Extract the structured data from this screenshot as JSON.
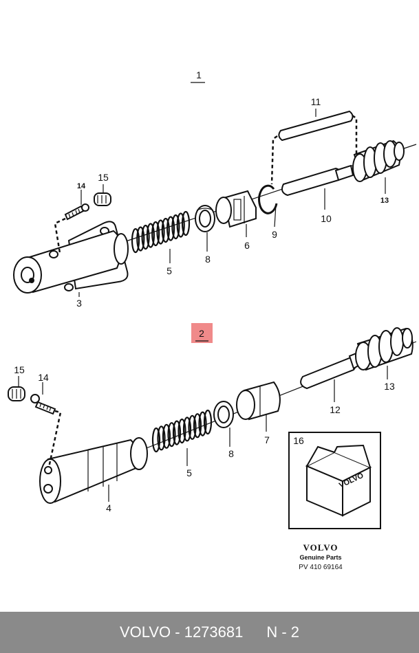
{
  "diagram": {
    "group_1": {
      "title": "1",
      "labels": {
        "p3": "3",
        "p5": "5",
        "p6": "6",
        "p8": "8",
        "p9": "9",
        "p10": "10",
        "p11": "11",
        "p13": "13",
        "p14": "14",
        "p15": "15"
      }
    },
    "group_2": {
      "title": "2",
      "highlight_color": "#f08a8a",
      "labels": {
        "p4": "4",
        "p5": "5",
        "p7": "7",
        "p8": "8",
        "p12": "12",
        "p13": "13",
        "p14": "14",
        "p15": "15",
        "p16": "16"
      }
    },
    "box_label": "VOLVO",
    "brand": {
      "name": "VOLVO",
      "subtitle": "Genuine Parts",
      "code": "PV 410 69164"
    }
  },
  "footer": {
    "brand": "VOLVO",
    "separator": "-",
    "part_number": "1273681",
    "page": "N - 2",
    "background": "#8a8a8a"
  }
}
